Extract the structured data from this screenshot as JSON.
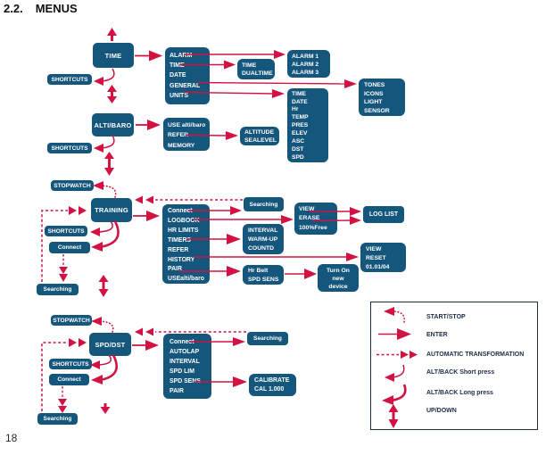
{
  "page": {
    "section_number": "2.2.",
    "section_title": "MENUS",
    "page_number": "18"
  },
  "colors": {
    "box_blue": "#15567d",
    "arrow_red": "#d11243",
    "legend_text": "#1d2b45"
  },
  "time_section": {
    "root": "TIME",
    "shortcuts": "SHORTCUTS",
    "menu": [
      "ALARM",
      "TIME",
      "DATE",
      "GENERAL",
      "UNITS"
    ],
    "time_sub": [
      "TIME",
      "DUALTIME"
    ],
    "alarm_sub": [
      "ALARM 1",
      "ALARM 2",
      "ALARM 3"
    ],
    "general_sub": [
      "TONES",
      "ICONS",
      "LIGHT",
      "SENSOR"
    ],
    "units_sub": [
      "TIME",
      "DATE",
      "Hr",
      "TEMP",
      "PRES",
      "ELEV",
      "ASC",
      "DST",
      "SPD"
    ]
  },
  "altibaro_section": {
    "root": "ALTI/BARO",
    "shortcuts": "SHORTCUTS",
    "menu": [
      "USE alti/baro",
      "REFER",
      "MEMORY"
    ],
    "refer_sub": [
      "ALTITUDE",
      "SEALEVEL"
    ]
  },
  "training_section": {
    "stopwatch": "STOPWATCH",
    "root": "TRAINING",
    "shortcuts": "SHORTCUTS",
    "connect": "Connect",
    "searching_left": "Searching",
    "menu": [
      "Connect",
      "LOGBOOK",
      "HR LIMITS",
      "TIMERS",
      "REFER",
      "HISTORY",
      "PAIR",
      "USEalti/baro"
    ],
    "searching_right": "Searching",
    "logbook_sub": [
      "VIEW",
      "ERASE",
      "100%Free"
    ],
    "log_list": "LOG LIST",
    "timers_sub": [
      "INTERVAL",
      "WARM-UP",
      "COUNTD"
    ],
    "history_sub": [
      "VIEW",
      "RESET",
      "01.01/04"
    ],
    "pair_sub": [
      "Hr Belt",
      "SPD SENS"
    ],
    "pair_result": [
      "Turn On",
      "new",
      "device"
    ]
  },
  "spddst_section": {
    "stopwatch": "STOPWATCH",
    "root": "SPD/DST",
    "shortcuts": "SHORTCUTS",
    "connect": "Connect",
    "searching_left": "Searching",
    "menu": [
      "Connect",
      "AUTOLAP",
      "INTERVAL",
      "SPD LIM",
      "SPD SENS",
      "PAIR"
    ],
    "searching_right": "Searching",
    "spdsens_sub": [
      "CALIBRATE",
      "CAL 1.000"
    ]
  },
  "legend": {
    "items": [
      {
        "icon": "dotted-curved-arrow",
        "label": "START/STOP"
      },
      {
        "icon": "solid-arrow",
        "label": "ENTER"
      },
      {
        "icon": "dashed-double-arrow",
        "label": "AUTOMATIC TRANSFORMATION"
      },
      {
        "icon": "thin-curved-arrow",
        "label": "ALT/BACK Short press"
      },
      {
        "icon": "thick-curved-arrow",
        "label": "ALT/BACK Long press"
      },
      {
        "icon": "up-down-arrow",
        "label": "UP/DOWN"
      }
    ]
  }
}
